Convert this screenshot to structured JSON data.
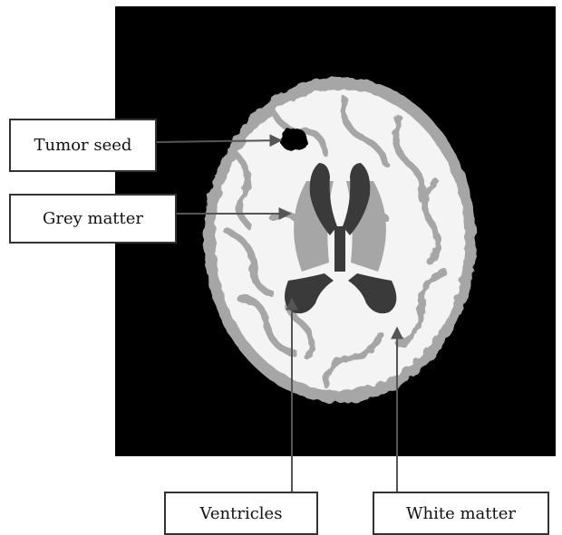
{
  "labels": {
    "tumor_seed": "Tumor seed",
    "grey_matter": "Grey matter",
    "ventricles": "Ventricles",
    "white_matter": "White matter"
  },
  "colors": {
    "background": "#000000",
    "white_matter": "#f4f4f4",
    "grey_matter": "#a6a6a6",
    "ventricles": "#3a3a3a",
    "tumor": "#050505",
    "arrow": "#555555"
  }
}
